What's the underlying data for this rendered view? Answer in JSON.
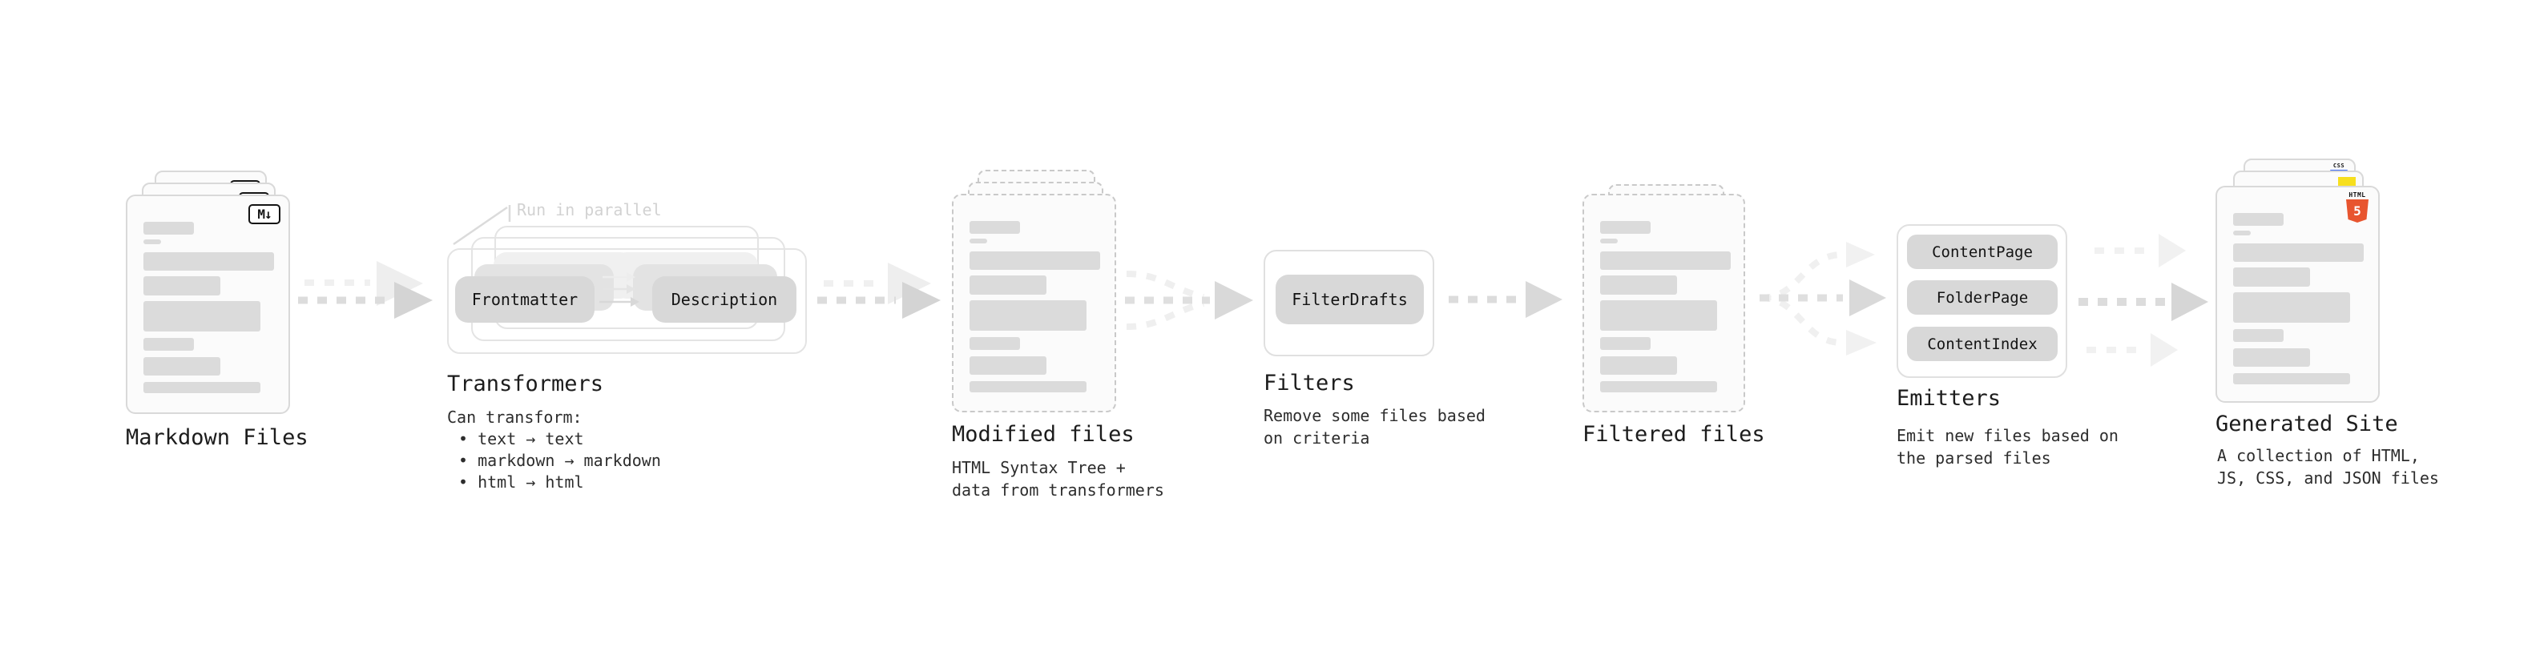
{
  "pipeline": {
    "markdown_files": {
      "label": "Markdown Files",
      "file_badge": "M↓"
    },
    "transformers": {
      "label": "Transformers",
      "parallel_note": "Run in parallel",
      "source_pill": "Frontmatter",
      "target_pill": "Description",
      "capabilities_title": "Can transform:",
      "capabilities": [
        "• text → text",
        "• markdown → markdown",
        "• html → html"
      ]
    },
    "modified_files": {
      "label": "Modified files",
      "description": "HTML Syntax Tree +\ndata from transformers"
    },
    "filters": {
      "label": "Filters",
      "pill": "FilterDrafts",
      "description": "Remove some files based\non criteria"
    },
    "filtered_files": {
      "label": "Filtered files"
    },
    "emitters": {
      "label": "Emitters",
      "pills": [
        "ContentPage",
        "FolderPage",
        "ContentIndex"
      ],
      "description": "Emit new files based on\nthe parsed files"
    },
    "generated_site": {
      "label": "Generated Site",
      "description": "A collection of HTML,\nJS, CSS, and JSON files",
      "badges": {
        "html": {
          "label": "HTML",
          "number": "5"
        },
        "css": {
          "label": "CSS"
        }
      }
    },
    "colors": {
      "html5_orange": "#e8552f",
      "js_yellow": "#f7df1e",
      "css_blue": "#3b68f5",
      "pill_gray": "#d8d8d8"
    }
  }
}
